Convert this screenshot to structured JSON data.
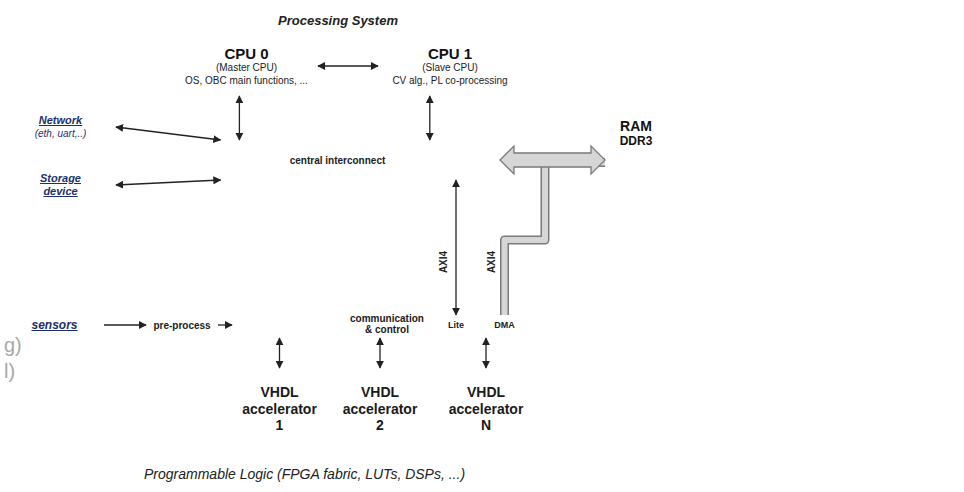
{
  "diagram": {
    "nodes": [
      {
        "text": [
          "Processing System"
        ]
      },
      {
        "text": [
          "CPU 0",
          "(Master CPU)",
          "OS, OBC main functions, ..."
        ],
        "in": 0
      },
      {
        "text": [
          "CPU 1",
          "(Slave CPU)",
          "CV alg., PL co-processing"
        ],
        "in": 0
      },
      {
        "text": [
          "Network",
          "(eth, uart,..)"
        ]
      },
      {
        "text": [
          "central interconnect"
        ],
        "in": 0
      },
      {
        "text": [
          "RAM",
          "DDR3"
        ]
      },
      {
        "text": [
          "Storage device"
        ]
      },
      {
        "text": [
          "Programmable Logic (FPGA fabric, LUTs, DSPs, ...)"
        ]
      },
      {
        "text": [
          "sensors"
        ]
      },
      {
        "text": [
          "pre-process"
        ],
        "in": 7
      },
      {
        "text": [
          "communication & control"
        ],
        "in": 7
      },
      {
        "text": [
          "Lite"
        ],
        "in": 10
      },
      {
        "text": [
          "DMA"
        ],
        "in": 10
      },
      {
        "text": [
          "VHDL accelerator 1"
        ],
        "in": 7
      },
      {
        "text": [
          "VHDL accelerator 2"
        ],
        "in": 7
      },
      {
        "text": [
          "VHDL accelerator N"
        ],
        "in": 7
      }
    ],
    "edges": [
      {
        "from": 3,
        "to": 4,
        "arrow": "both"
      },
      {
        "from": 6,
        "to": 4,
        "arrow": "both"
      },
      {
        "from": 1,
        "to": 2,
        "arrow": "both"
      },
      {
        "from": 1,
        "to": 4,
        "arrow": "both"
      },
      {
        "from": 2,
        "to": 4,
        "arrow": "both"
      },
      {
        "from": 4,
        "to": 5,
        "arrow": "both"
      },
      {
        "from": 11,
        "to": 4,
        "label": "AXI4",
        "arrow": "both"
      },
      {
        "from": 12,
        "to": 5,
        "label": "AXI4",
        "arrow": "none"
      },
      {
        "from": 8,
        "to": 9,
        "arrow": "to"
      },
      {
        "from": 9,
        "to": 10,
        "arrow": "to"
      },
      {
        "from": 10,
        "to": 13,
        "arrow": "both"
      },
      {
        "from": 10,
        "to": 14,
        "arrow": "both"
      },
      {
        "from": 10,
        "to": 15,
        "arrow": "both"
      }
    ],
    "labels": [
      "g)",
      "l)"
    ]
  }
}
